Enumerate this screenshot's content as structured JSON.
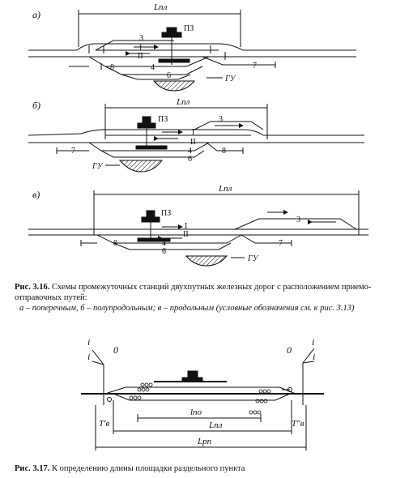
{
  "fig316": {
    "panels": [
      {
        "letter": "а)",
        "length": "Lпл",
        "building": "ПЗ",
        "track_main1": "I",
        "track_main2": "II",
        "track_3": "3",
        "track_4": "4",
        "track_6": "6",
        "track_7": "7",
        "track_8": "8",
        "cargo": "ГУ"
      },
      {
        "letter": "б)",
        "length": "Lпл",
        "building": "ПЗ",
        "track_main1": "I",
        "track_main2": "II",
        "track_3": "3",
        "track_4": "4",
        "track_6": "6",
        "track_7": "7",
        "track_8": "8",
        "cargo": "ГУ"
      },
      {
        "letter": "в)",
        "length": "Lпл",
        "building": "ПЗ",
        "track_main1": "I",
        "track_main2": "II",
        "track_3": "3",
        "track_4": "4",
        "track_6": "6",
        "track_7": "7",
        "track_8": "8",
        "cargo": "ГУ"
      }
    ],
    "caption_label": "Рис. 3.16.",
    "caption_text": "Схемы промежуточных станций двухпутных железных дорог с расположением приемо-отправочных путей:",
    "subcaption": "а – поперечным, б – полупродольным; в – продольным (условные обозначения см. к рис. 3.13)"
  },
  "fig317": {
    "left_i_top": "i",
    "left_i_bottom": "i",
    "left_zero": "0",
    "right_zero": "0",
    "right_i_top": "i",
    "right_i_bottom": "i",
    "l_po": "lпо",
    "l_pl": "Lпл",
    "l_rp": "Lрп",
    "t_left": "T′в",
    "t_right": "T″в",
    "caption_label": "Рис. 3.17.",
    "caption_text": "К определению длины площадки раздельного пункта"
  }
}
